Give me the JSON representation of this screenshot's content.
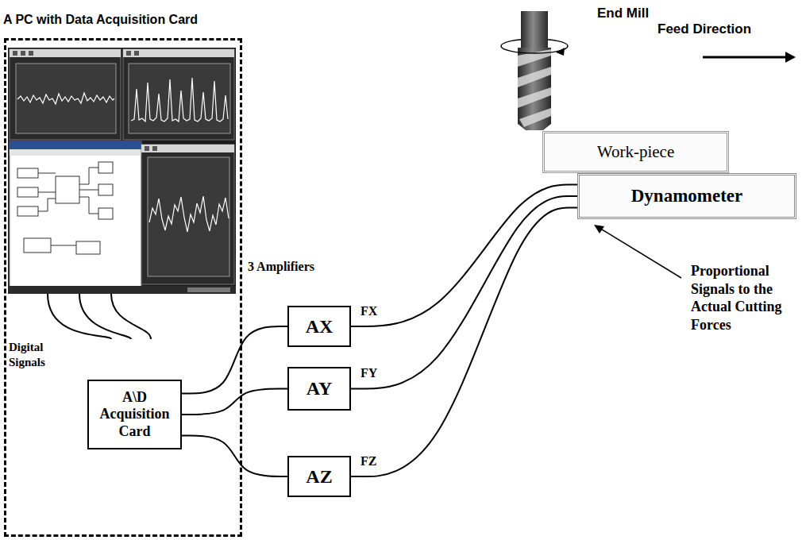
{
  "diagram": {
    "nodes": [
      {
        "text": [
          "A PC with Data Acquisition Card"
        ]
      },
      {
        "text": [
          "A\\D Acquisition Card"
        ],
        "in": 0
      },
      {
        "text": [
          "AX"
        ]
      },
      {
        "text": [
          "AY"
        ]
      },
      {
        "text": [
          "AZ"
        ]
      },
      {
        "text": [
          "Work-piece"
        ]
      },
      {
        "text": [
          "Dynamometer"
        ]
      }
    ],
    "edges": [
      {
        "from": 1,
        "to": 2,
        "arrow": "none"
      },
      {
        "from": 1,
        "to": 3,
        "arrow": "none"
      },
      {
        "from": 1,
        "to": 4,
        "arrow": "none"
      },
      {
        "from": 2,
        "to": 6,
        "label": "FX",
        "arrow": "none"
      },
      {
        "from": 3,
        "to": 6,
        "label": "FY",
        "arrow": "none"
      },
      {
        "from": 4,
        "to": 6,
        "label": "FZ",
        "arrow": "none"
      }
    ],
    "labels": [
      "End Mill",
      "Feed Direction",
      "3 Amplifiers",
      "Digital Signals",
      "Proportional Signals to the Actual Cutting Forces"
    ]
  }
}
